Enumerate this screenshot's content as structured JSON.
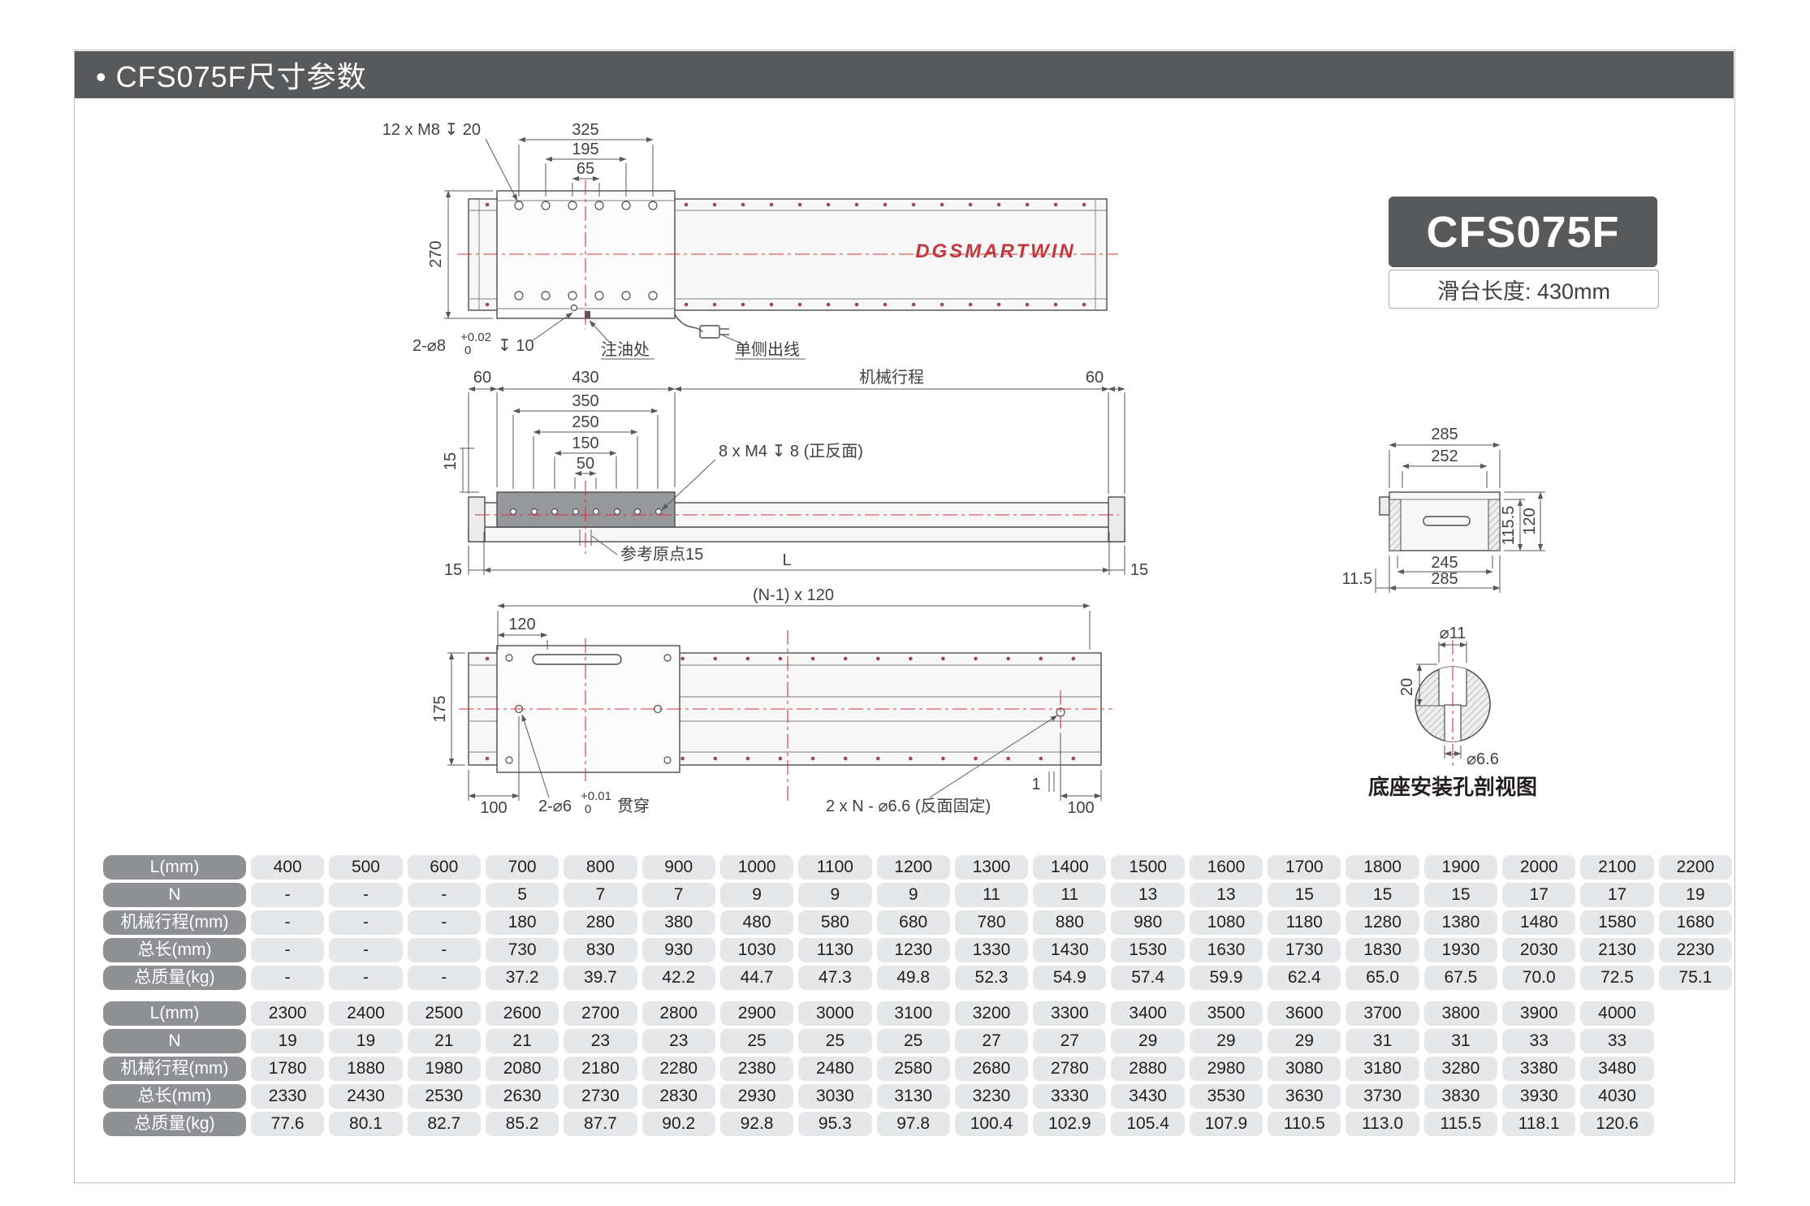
{
  "header": {
    "title": "• CFS075F尺寸参数"
  },
  "badge": {
    "model": "CFS075F",
    "slide_length": "滑台长度: 430mm"
  },
  "colors": {
    "header_bg": "#58595b",
    "accent_red": "#d6353b",
    "row_label_bg": "#8e9093",
    "cell_bg": "#e6e7e8"
  },
  "drawing": {
    "top": {
      "m8_callout": "12 x M8  ↧ 20",
      "d325": "325",
      "d195": "195",
      "d65": "65",
      "d270": "270",
      "phi8_callout": "2-⌀8",
      "phi8_tol_upper": "+0.02",
      "phi8_tol_lower": "0",
      "phi8_depth": "↧ 10",
      "oil_label": "注油处",
      "cable_label": "单侧出线",
      "logo": "DGSMARTWIN"
    },
    "front": {
      "d60_left": "60",
      "d430": "430",
      "stroke_label": "机械行程",
      "d60_right": "60",
      "d350": "350",
      "d250": "250",
      "d150": "150",
      "d50": "50",
      "d15_height": "15",
      "m4_callout": "8 x M4  ↧ 8 (正反面)",
      "origin_label": "参考原点15",
      "dL": "L",
      "d15_left": "15",
      "d15_right": "15"
    },
    "bottom": {
      "pitch_label": "(N-1) x 120",
      "d120": "120",
      "d175": "175",
      "d100_left": "100",
      "phi6_callout": "2-⌀6",
      "phi6_tol_upper": "+0.01",
      "phi6_tol_lower": "0",
      "phi6_through": "贯穿",
      "phi66_callout": "2 x N - ⌀6.6 (反面固定)",
      "d1": "1",
      "d100_right": "100"
    },
    "end": {
      "d285_top": "285",
      "d252": "252",
      "d115_5": "115.5",
      "d120": "120",
      "d245": "245",
      "d285_bottom": "285",
      "d11_5": "11.5"
    },
    "section": {
      "phi11": "⌀11",
      "d20": "20",
      "phi66": "⌀6.6",
      "caption": "底座安装孔剖视图"
    }
  },
  "tables": [
    {
      "cols": 19,
      "rows": [
        {
          "label": "L(mm)",
          "values": [
            "400",
            "500",
            "600",
            "700",
            "800",
            "900",
            "1000",
            "1100",
            "1200",
            "1300",
            "1400",
            "1500",
            "1600",
            "1700",
            "1800",
            "1900",
            "2000",
            "2100",
            "2200"
          ]
        },
        {
          "label": "N",
          "values": [
            "-",
            "-",
            "-",
            "5",
            "7",
            "7",
            "9",
            "9",
            "9",
            "11",
            "11",
            "13",
            "13",
            "15",
            "15",
            "15",
            "17",
            "17",
            "19"
          ]
        },
        {
          "label": "机械行程(mm)",
          "values": [
            "-",
            "-",
            "-",
            "180",
            "280",
            "380",
            "480",
            "580",
            "680",
            "780",
            "880",
            "980",
            "1080",
            "1180",
            "1280",
            "1380",
            "1480",
            "1580",
            "1680"
          ]
        },
        {
          "label": "总长(mm)",
          "values": [
            "-",
            "-",
            "-",
            "730",
            "830",
            "930",
            "1030",
            "1130",
            "1230",
            "1330",
            "1430",
            "1530",
            "1630",
            "1730",
            "1830",
            "1930",
            "2030",
            "2130",
            "2230"
          ]
        },
        {
          "label": "总质量(kg)",
          "values": [
            "-",
            "-",
            "-",
            "37.2",
            "39.7",
            "42.2",
            "44.7",
            "47.3",
            "49.8",
            "52.3",
            "54.9",
            "57.4",
            "59.9",
            "62.4",
            "65.0",
            "67.5",
            "70.0",
            "72.5",
            "75.1"
          ]
        }
      ]
    },
    {
      "cols": 19,
      "rows": [
        {
          "label": "L(mm)",
          "values": [
            "2300",
            "2400",
            "2500",
            "2600",
            "2700",
            "2800",
            "2900",
            "3000",
            "3100",
            "3200",
            "3300",
            "3400",
            "3500",
            "3600",
            "3700",
            "3800",
            "3900",
            "4000"
          ]
        },
        {
          "label": "N",
          "values": [
            "19",
            "19",
            "21",
            "21",
            "23",
            "23",
            "25",
            "25",
            "25",
            "27",
            "27",
            "29",
            "29",
            "29",
            "31",
            "31",
            "33",
            "33"
          ]
        },
        {
          "label": "机械行程(mm)",
          "values": [
            "1780",
            "1880",
            "1980",
            "2080",
            "2180",
            "2280",
            "2380",
            "2480",
            "2580",
            "2680",
            "2780",
            "2880",
            "2980",
            "3080",
            "3180",
            "3280",
            "3380",
            "3480"
          ]
        },
        {
          "label": "总长(mm)",
          "values": [
            "2330",
            "2430",
            "2530",
            "2630",
            "2730",
            "2830",
            "2930",
            "3030",
            "3130",
            "3230",
            "3330",
            "3430",
            "3530",
            "3630",
            "3730",
            "3830",
            "3930",
            "4030"
          ]
        },
        {
          "label": "总质量(kg)",
          "values": [
            "77.6",
            "80.1",
            "82.7",
            "85.2",
            "87.7",
            "90.2",
            "92.8",
            "95.3",
            "97.8",
            "100.4",
            "102.9",
            "105.4",
            "107.9",
            "110.5",
            "113.0",
            "115.5",
            "118.1",
            "120.6"
          ]
        }
      ]
    }
  ]
}
